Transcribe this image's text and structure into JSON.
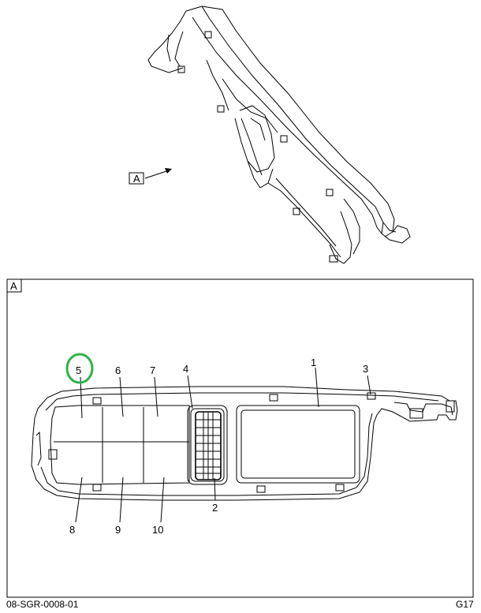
{
  "view_label_top": "A",
  "detail_label": "A",
  "callouts": {
    "c1": "1",
    "c2": "2",
    "c3": "3",
    "c4": "4",
    "c5": "5",
    "c6": "6",
    "c7": "7",
    "c8": "8",
    "c9": "9",
    "c10": "10"
  },
  "highlight_color": "#2db34a",
  "footer": {
    "drawing_id": "08-SGR-0008-01",
    "sheet_code": "G17"
  }
}
